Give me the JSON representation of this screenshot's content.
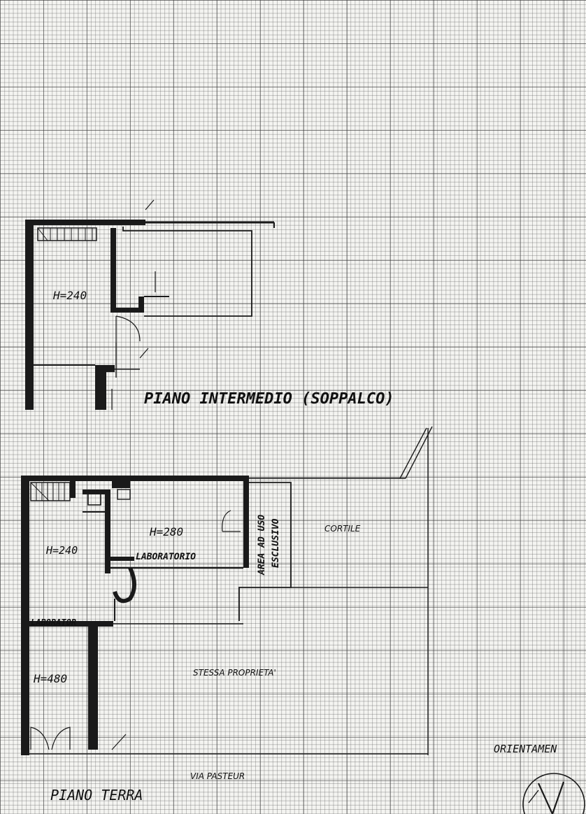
{
  "upper_floor": {
    "title": "PIANO INTERMEDIO (SOPPALCO)",
    "height": "H=240"
  },
  "ground_floor": {
    "title": "PIANO TERRA",
    "height_left": "H=240",
    "height_center": "H=280",
    "height_shop": "H=480",
    "room_lab": "LABORATORIO",
    "room_lab_left": "LABORATOR",
    "exclusive_area_line1": "AREA AD USO",
    "exclusive_area_line2": "ESCLUSIVO",
    "courtyard": "CORTILE",
    "same_property": "STESSA PROPRIETA'",
    "street": "VIA PASTEUR",
    "orientation": "ORIENTAMEN"
  }
}
